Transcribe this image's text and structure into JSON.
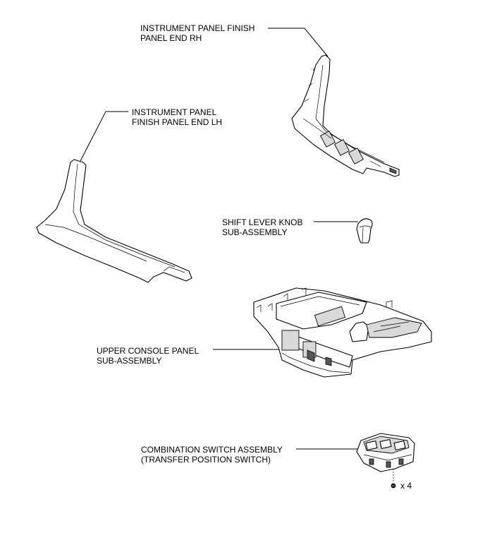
{
  "labels": {
    "panel_rh_line1": "INSTRUMENT PANEL FINISH",
    "panel_rh_line2": "PANEL END RH",
    "panel_lh_line1": "INSTRUMENT PANEL",
    "panel_lh_line2": "FINISH PANEL END LH",
    "knob_line1": "SHIFT LEVER KNOB",
    "knob_line2": "SUB-ASSEMBLY",
    "console_line1": "UPPER CONSOLE PANEL",
    "console_line2": "SUB-ASSEMBLY",
    "switch_line1": "COMBINATION SWITCH ASSEMBLY",
    "switch_line2": "(TRANSFER POSITION SWITCH)",
    "screw_count": "x 4"
  }
}
